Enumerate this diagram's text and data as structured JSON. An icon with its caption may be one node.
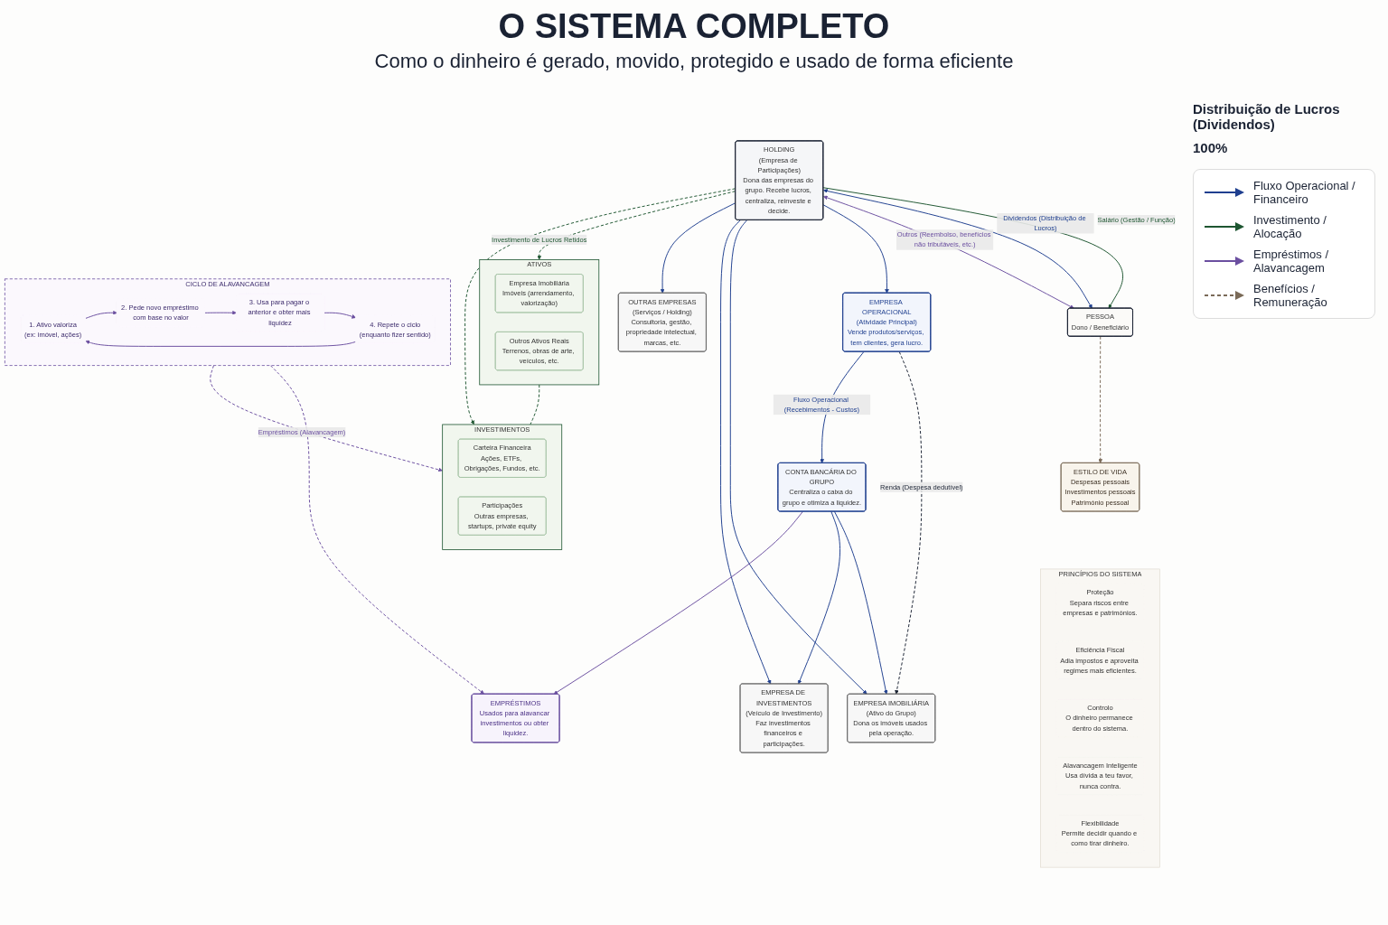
{
  "diagram": {
    "title": "O SISTEMA COMPLETO",
    "caption": "Como o dinheiro é gerado, movido, protegido e usado de forma eficiente",
    "nodes": [
      {
        "text": [
          "PESSOA",
          "Dono / Beneficiário"
        ]
      },
      {
        "text": [
          "HOLDING",
          "(Empresa de Participações)",
          "Dona das empresas do grupo. Recebe lucros, centraliza, reinveste e decide."
        ]
      },
      {
        "text": [
          "ATIVOS"
        ]
      },
      {
        "text": [
          "Empresa Imobiliária",
          "Imóveis (arrendamento, valorização)"
        ],
        "in": 2
      },
      {
        "text": [
          "Outros Ativos Reais",
          "Terrenos, obras de arte, veículos, etc."
        ],
        "in": 2
      },
      {
        "text": [
          "INVESTIMENTOS"
        ]
      },
      {
        "text": [
          "Carteira Financeira",
          "Ações, ETFs, Obrigações, Fundos, etc."
        ],
        "in": 5
      },
      {
        "text": [
          "Participações",
          "Outras empresas, startups, private equity"
        ],
        "in": 5
      },
      {
        "text": [
          "EMPRESA OPERACIONAL",
          "(Atividade Principal)",
          "Vende produtos/serviços, tem clientes, gera lucro."
        ]
      },
      {
        "text": [
          "EMPRESA IMOBILIÁRIA",
          "(Ativo do Grupo)",
          "Dona os imóveis usados pela operação."
        ]
      },
      {
        "text": [
          "EMPRESA DE INVESTIMENTOS",
          "(Veículo de Investimento)",
          "Faz investimentos financeiros e participações."
        ]
      },
      {
        "text": [
          "OUTRAS EMPRESAS",
          "(Serviços / Holding)",
          "Consultoria, gestão, propriedade intelectual, marcas, etc."
        ]
      },
      {
        "text": [
          "ESTILO DE VIDA",
          "Despesas pessoais",
          "Investimentos pessoais",
          "Património pessoal"
        ]
      },
      {
        "text": [
          "CONTA BANCÁRIA DO GRUPO",
          "Centraliza o caixa do grupo e otimiza a liquidez."
        ]
      },
      {
        "text": [
          "EMPRÉSTIMOS",
          "Usados para alavancar investimentos ou obter liquidez."
        ]
      },
      {
        "text": [
          "CICLO DE ALAVANCAGEM"
        ]
      },
      {
        "text": [
          "1. Ativo valoriza",
          "(ex: imóvel, ações)"
        ],
        "in": 15
      },
      {
        "text": [
          "2. Pede novo empréstimo com base no valor"
        ],
        "in": 15
      },
      {
        "text": [
          "3. Usa para pagar o anterior e obter mais liquidez"
        ],
        "in": 15
      },
      {
        "text": [
          "4. Repete o ciclo",
          "(enquanto fizer sentido)"
        ],
        "in": 15
      },
      {
        "text": [
          "PRINCÍPIOS DO SISTEMA"
        ]
      },
      {
        "text": [
          "Proteção",
          "Separa riscos entre empresas e patrimónios."
        ],
        "in": 20
      },
      {
        "text": [
          "Eficiência Fiscal",
          "Adia impostos e aproveita regimes mais eficientes."
        ],
        "in": 20
      },
      {
        "text": [
          "Controlo",
          "O dinheiro permanece dentro do sistema."
        ],
        "in": 20
      },
      {
        "text": [
          "Alavancagem Inteligente",
          "Usa dívida a teu favor, nunca contra."
        ],
        "in": 20
      },
      {
        "text": [
          "Flexibilidade",
          "Permite decidir quando e como tirar dinheiro."
        ],
        "in": 20
      }
    ],
    "edges": [
      {
        "from": 1,
        "to": 0,
        "arrow": "to",
        "label": "Salário (Gestão / Função)",
        "color": "#1e5631"
      },
      {
        "from": 1,
        "to": 0,
        "arrow": "both",
        "label": "Dividendos (Distribuição de Lucros)",
        "color": "#1f3f8f"
      },
      {
        "from": 1,
        "to": 0,
        "arrow": "both",
        "label": "Outros (Reembolso, benefícios não tributáveis, etc.)",
        "color": "#6b4fa0"
      },
      {
        "from": 1,
        "to": 2,
        "arrow": "to",
        "label": "Investimento de Lucros Retidos",
        "style": "dashed",
        "color": "#1e5631"
      },
      {
        "from": 1,
        "to": 5,
        "arrow": "to",
        "style": "dashed",
        "color": "#1e5631"
      },
      {
        "from": 2,
        "to": 5,
        "arrow": "none",
        "style": "dashed",
        "color": "#1e5631"
      },
      {
        "from": 1,
        "to": 8,
        "arrow": "to",
        "color": "#1f3f8f"
      },
      {
        "from": 1,
        "to": 9,
        "arrow": "to",
        "color": "#1f3f8f"
      },
      {
        "from": 1,
        "to": 10,
        "arrow": "to",
        "color": "#1f3f8f"
      },
      {
        "from": 1,
        "to": 11,
        "arrow": "to",
        "color": "#1f3f8f"
      },
      {
        "from": 8,
        "to": 9,
        "arrow": "to",
        "label": "Renda (Despesa dedutível)",
        "style": "dashed",
        "color": "#1a2233"
      },
      {
        "from": 0,
        "to": 12,
        "arrow": "to",
        "style": "dashed",
        "color": "#7a6a58"
      },
      {
        "from": 8,
        "to": 13,
        "arrow": "to",
        "label": "Fluxo Operacional (Recebimentos - Custos)",
        "color": "#1f3f8f"
      },
      {
        "from": 13,
        "to": 9,
        "arrow": "to",
        "color": "#1f3f8f"
      },
      {
        "from": 13,
        "to": 10,
        "arrow": "to",
        "color": "#1f3f8f"
      },
      {
        "from": 13,
        "to": 14,
        "arrow": "to",
        "color": "#6b4fa0"
      },
      {
        "from": 15,
        "to": 14,
        "arrow": "to",
        "style": "dashed",
        "color": "#6b4fa0"
      },
      {
        "from": 15,
        "to": 5,
        "arrow": "to",
        "label": "Empréstimos (Alavancagem)",
        "style": "dashed",
        "color": "#6b4fa0"
      },
      {
        "from": 16,
        "to": 17,
        "arrow": "to",
        "color": "#6b4fa0"
      },
      {
        "from": 17,
        "to": 18,
        "arrow": "to",
        "color": "#6b4fa0"
      },
      {
        "from": 18,
        "to": 19,
        "arrow": "to",
        "color": "#6b4fa0"
      },
      {
        "from": 19,
        "to": 16,
        "arrow": "to",
        "color": "#6b4fa0"
      }
    ],
    "labels": [
      "Distribuição de Lucros (Dividendos)",
      "100%"
    ],
    "legend": [
      {
        "text": "Fluxo Operacional / Financeiro"
      },
      {
        "text": "Investimento / Alocação"
      },
      {
        "text": "Empréstimos / Alavancagem"
      },
      {
        "text": "Benefícios / Remuneração"
      }
    ]
  }
}
